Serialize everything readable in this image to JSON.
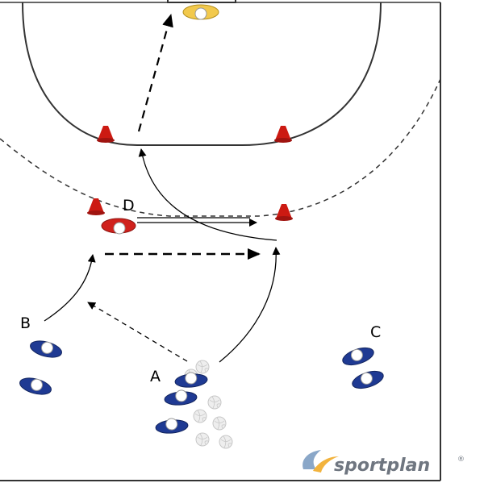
{
  "labels": {
    "a": "A",
    "b": "B",
    "c": "C",
    "d": "D"
  },
  "brand": {
    "name": "sportplan",
    "reg": "®"
  },
  "colors": {
    "court_line": "#333333",
    "team_blue": "#1f3a93",
    "defender_red": "#d0211c",
    "goalkeeper_yellow": "#f2c94c",
    "cone_red": "#cc1a12",
    "ball": "#eeeeee",
    "logo": "#6f7680",
    "logo_swoosh_blue": "#8aa7c8",
    "logo_swoosh_yellow": "#f2b33d"
  },
  "icons": {
    "players": "player-disc-icon",
    "cones": "cone-icon",
    "balls": "ball-icon"
  }
}
